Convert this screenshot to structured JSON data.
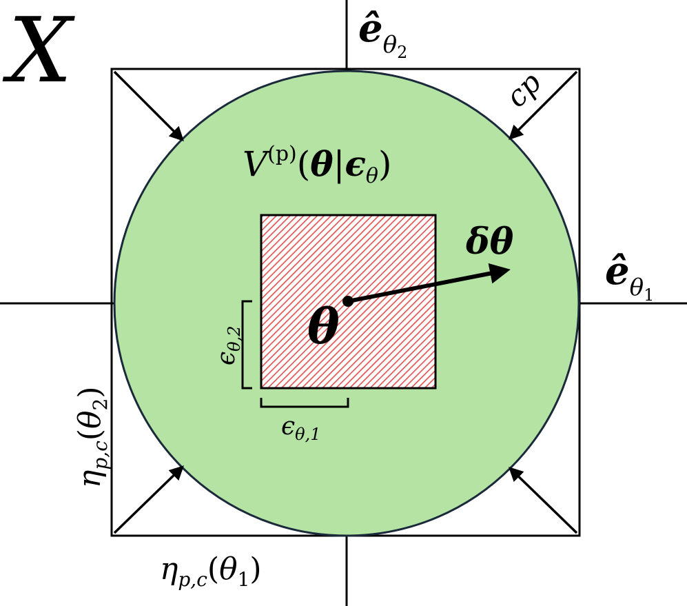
{
  "diagram": {
    "space_symbol": "X",
    "axis_theta2": {
      "base": "ê",
      "sub": "θ",
      "subsub": "2"
    },
    "axis_theta1": {
      "base": "ê",
      "sub": "θ",
      "subsub": "1"
    },
    "region_label": {
      "V": "V",
      "sup": "(p)",
      "open": "(",
      "theta": "θ",
      "bar": "|",
      "eps": "ϵ",
      "eps_sub": "θ",
      "close": ")"
    },
    "scale_label": "cp",
    "center_label": "θ",
    "step_label": "δθ",
    "eps2": {
      "base": "ϵ",
      "sub": "θ,2"
    },
    "eps1": {
      "base": "ϵ",
      "sub": "θ,1"
    },
    "eta_theta1": {
      "base": "η",
      "sub": "p,c",
      "open": "(",
      "var": "θ",
      "var_sub": "1",
      "close": ")"
    },
    "eta_theta2": {
      "base": "η",
      "sub": "p,c",
      "open": "(",
      "var": "θ",
      "var_sub": "2",
      "close": ")"
    },
    "colors": {
      "ball_fill": "#b4e3a4",
      "box_hatch": "#e05a5a",
      "line": "#000000",
      "ball_stroke": "#1b2a3a"
    }
  }
}
